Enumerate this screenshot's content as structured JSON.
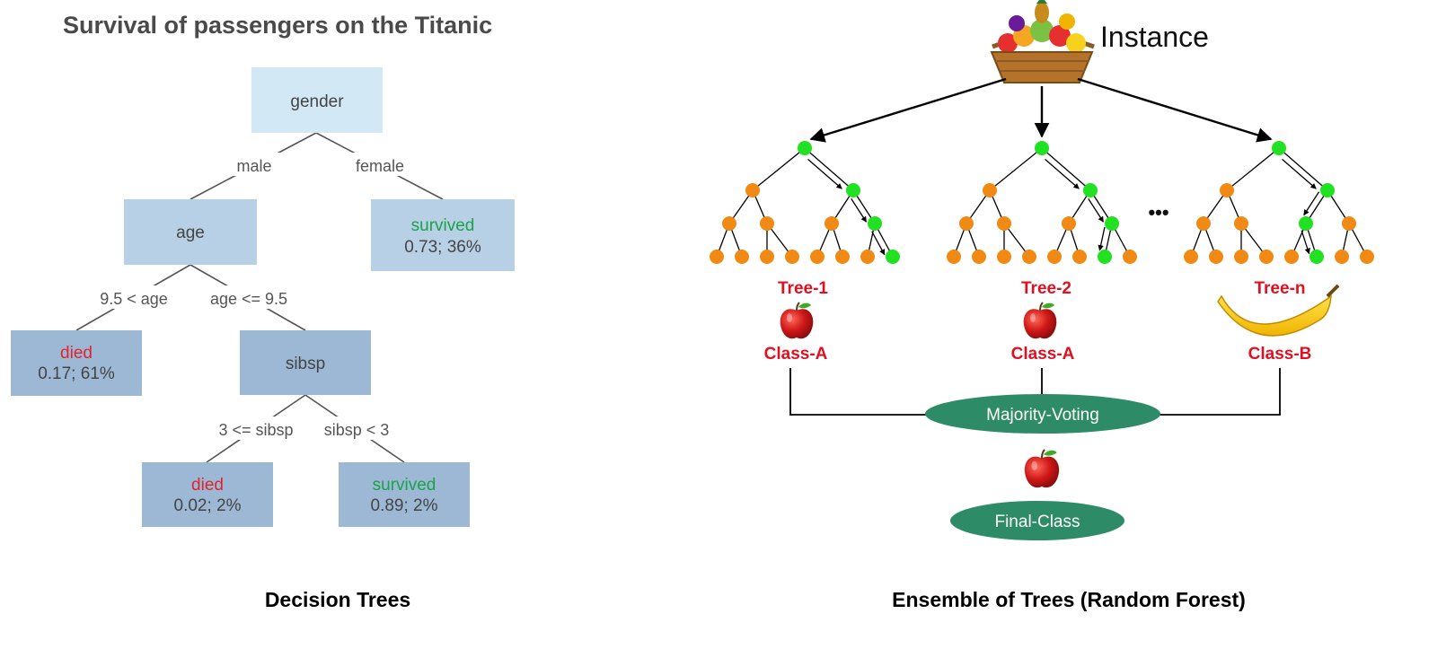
{
  "decision_tree": {
    "title": "Survival of passengers on the Titanic",
    "caption": "Decision Trees",
    "nodes": {
      "gender": "gender",
      "age": "age",
      "female_outcome": "survived",
      "female_stats": "0.73;   36%",
      "young_outcome": "died",
      "young_stats": "0.17;   61%",
      "sibsp": "sibsp",
      "sibsp_hi_outcome": "died",
      "sibsp_hi_stats": "0.02;   2%",
      "sibsp_lo_outcome": "survived",
      "sibsp_lo_stats": "0.89;   2%"
    },
    "edges": {
      "male": "male",
      "female": "female",
      "age_gt": "9.5 < age",
      "age_le": "age <= 9.5",
      "sibsp_ge": "3 <= sibsp",
      "sibsp_lt": "sibsp < 3"
    },
    "colors": {
      "root_box": "#d2e8f4",
      "level2_box": "#b8d0e6",
      "leaf_box": "#9cb8d4",
      "died": "#e0242e",
      "survived": "#1aa34a"
    }
  },
  "random_forest": {
    "caption": "Ensemble of Trees (Random Forest)",
    "instance_label": "Instance",
    "ellipsis": "•••",
    "trees": [
      {
        "label": "Tree-1",
        "class_label": "Class-A",
        "prediction_icon": "apple-icon"
      },
      {
        "label": "Tree-2",
        "class_label": "Class-A",
        "prediction_icon": "apple-icon"
      },
      {
        "label": "Tree-n",
        "class_label": "Class-B",
        "prediction_icon": "banana-icon"
      }
    ],
    "voting_label": "Majority-Voting",
    "final_label": "Final-Class",
    "final_icon": "apple-icon",
    "colors": {
      "node_default": "#f08a14",
      "node_path": "#22e022",
      "oval": "#2e8b67",
      "label_red": "#e01020"
    }
  }
}
